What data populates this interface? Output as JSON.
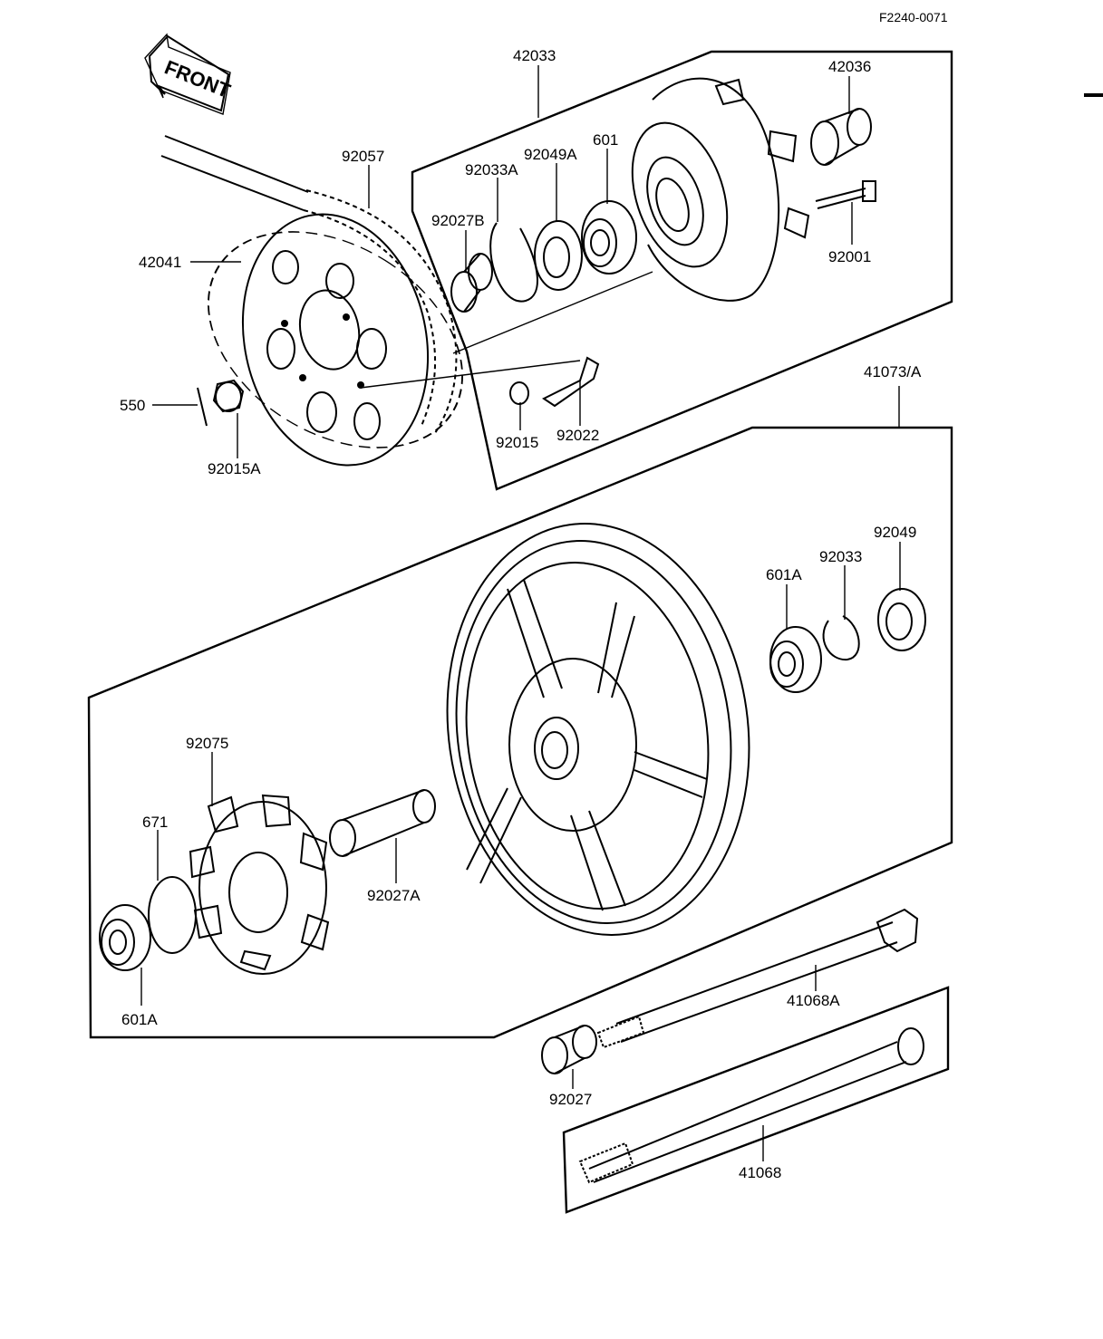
{
  "figure_code": "F2240-0071",
  "front_arrow_text": "FRONT",
  "labels": {
    "l42033": "42033",
    "l42036": "42036",
    "l92057": "92057",
    "l92049A": "92049A",
    "l601_top": "601",
    "l92033A": "92033A",
    "l92027B": "92027B",
    "l42041": "42041",
    "l92001": "92001",
    "l41073A": "41073/A",
    "l550": "550",
    "l92015": "92015",
    "l92022": "92022",
    "l92015A": "92015A",
    "l92049": "92049",
    "l92033": "92033",
    "l601A_right": "601A",
    "l92075": "92075",
    "l671": "671",
    "l92027A": "92027A",
    "l601A_left": "601A",
    "l41068A": "41068A",
    "l92027": "92027",
    "l41068": "41068"
  }
}
